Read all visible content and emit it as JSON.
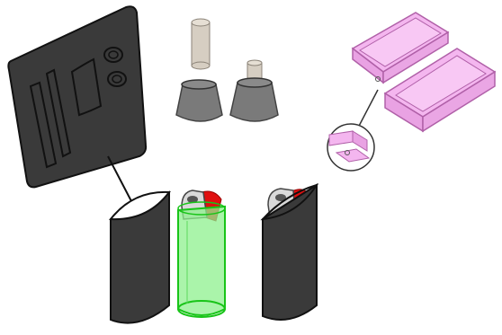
{
  "colors": {
    "background": "#ffffff",
    "black_part": "#3a3a3a",
    "green_sleeve": "#8ef08e",
    "green_outline": "#18c418",
    "pink_mold": "#f4b6ef",
    "pink_outline": "#b060a8",
    "grey_cup": "#6f6f6f",
    "beige_rod": "#d6cec2",
    "lighter_red": "#e01010"
  },
  "components": [
    "black-flat-panel",
    "beige-rod",
    "grey-cup",
    "pink-mold-box",
    "detail-callout",
    "black-sleeve",
    "green-sleeve-with-lighter",
    "black-sleeve-with-lighter"
  ]
}
